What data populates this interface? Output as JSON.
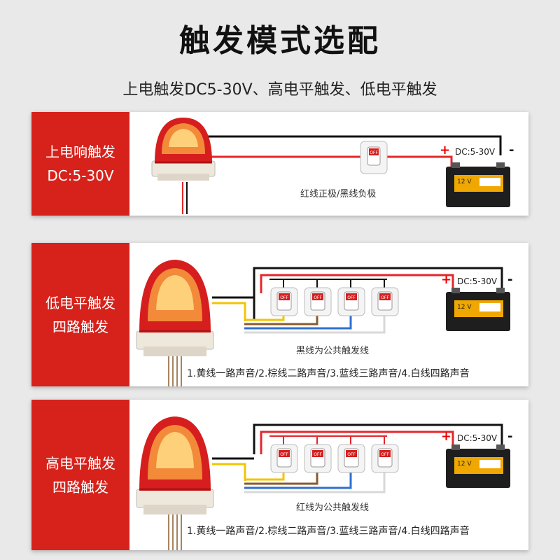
{
  "title": "触发模式选配",
  "subtitle": "上电触发DC5-30V、高电平触发、低电平触发",
  "panels": [
    {
      "label_line1": "上电响触发",
      "label_line2": "DC:5-30V",
      "voltage": "DC:5-30V",
      "plus": "+",
      "minus": "-",
      "caption": "红线正极/黑线负极",
      "switch_text": "OFF",
      "battery_text": "12 V"
    },
    {
      "label_line1": "低电平触发",
      "label_line2": "四路触发",
      "voltage": "DC:5-30V",
      "plus": "+",
      "minus": "-",
      "caption": "黑线为公共触发线",
      "legend": "1.黄线一路声音/2.棕线二路声音/3.蓝线三路声音/4.白线四路声音",
      "switch_text": "OFF",
      "battery_text": "12 V"
    },
    {
      "label_line1": "高电平触发",
      "label_line2": "四路触发",
      "voltage": "DC:5-30V",
      "plus": "+",
      "minus": "-",
      "caption": "红线为公共触发线",
      "legend": "1.黄线一路声音/2.棕线二路声音/3.蓝线三路声音/4.白线四路声音",
      "switch_text": "OFF",
      "battery_text": "12 V"
    }
  ],
  "colors": {
    "accent_red": "#d7221c",
    "wire_red": "#e5262a",
    "wire_black": "#111111",
    "wire_yellow": "#f2c500",
    "wire_brown": "#8a5a2b",
    "wire_blue": "#2f6fd0",
    "wire_white": "#d8d8d8",
    "battery_yellow": "#f0a800"
  }
}
